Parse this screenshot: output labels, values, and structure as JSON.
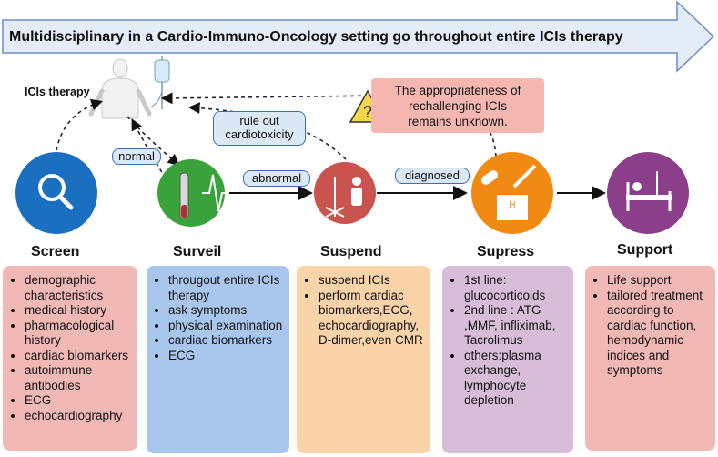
{
  "banner": {
    "title": "Multidisciplinary  in a Cardio-Immuno-Oncology setting go throughout entire ICIs therapy"
  },
  "ici_label": "ICIs therapy",
  "connectors": {
    "normal": "normal",
    "abnormal": "abnormal",
    "diagnosed": "diagnosed",
    "rule_out_line1": "rule out",
    "rule_out_line2": "cardiotoxicity"
  },
  "warning": {
    "line1": "The appropriateness of",
    "line2": "rechallenging ICIs",
    "line3": "remains unknown."
  },
  "stages": [
    {
      "title": "Screen",
      "color": "#1b6fc1",
      "card_color": "#f2b8b5",
      "items": [
        "demographic characteristics",
        "medical history",
        "pharmacological history",
        "cardiac biomarkers",
        "autoimmune antibodies",
        "ECG",
        "echocardiography"
      ]
    },
    {
      "title": "Surveil",
      "color": "#3aa23a",
      "card_color": "#a9c7ec",
      "items": [
        "througout entire ICIs therapy",
        "ask  symptoms",
        "physical examination",
        "cardiac biomarkers",
        "ECG"
      ]
    },
    {
      "title": "Suspend",
      "color": "#c9534f",
      "card_color": "#fad3a9",
      "items": [
        "suspend ICIs",
        "perform cardiac biomarkers,ECG, echocardiography, D-dimer,even CMR"
      ]
    },
    {
      "title": "Supress",
      "color": "#f08a12",
      "card_color": "#d8bdd8",
      "items": [
        "1st line: glucocorticoids",
        "2nd line : ATG ,MMF, infliximab, Tacrolimus",
        "others:plasma exchange, lymphocyte depletion"
      ]
    },
    {
      "title": "Support",
      "color": "#8b3f8b",
      "card_color": "#f2b8b5",
      "items": [
        "Life support",
        "tailored treatment according to cardiac function, hemodynamic indices and symptoms"
      ]
    }
  ]
}
